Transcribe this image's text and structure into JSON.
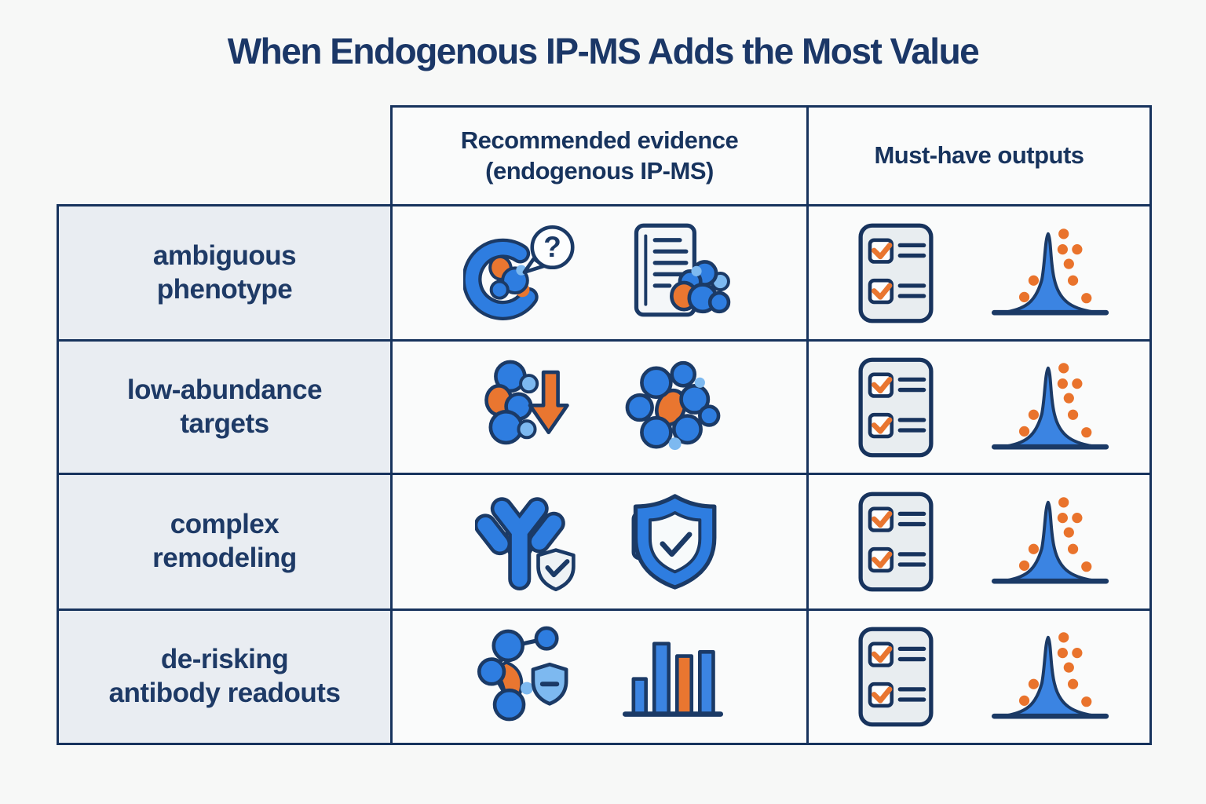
{
  "title": "When Endogenous IP-MS Adds the Most Value",
  "table": {
    "column_headers": [
      {
        "label": "Recommended evidence\n(endogenous IP-MS)"
      },
      {
        "label": "Must-have outputs"
      }
    ],
    "rows": [
      {
        "label": "ambiguous\nphenotype",
        "evidence_icons": [
          "complex-question-icon",
          "interaction-report-icon"
        ],
        "output_icons": [
          "checklist-icon",
          "enrichment-peak-icon"
        ]
      },
      {
        "label": "low-abundance\ntargets",
        "evidence_icons": [
          "abundance-drop-icon",
          "protein-complex-icon"
        ],
        "output_icons": [
          "checklist-icon",
          "enrichment-peak-icon"
        ]
      },
      {
        "label": "complex\nremodeling",
        "evidence_icons": [
          "antibody-check-icon",
          "shield-check-icon"
        ],
        "output_icons": [
          "checklist-icon",
          "enrichment-peak-icon"
        ]
      },
      {
        "label": "de-risking\nantibody readouts",
        "evidence_icons": [
          "network-shield-icon",
          "bar-chart-icon"
        ],
        "output_icons": [
          "checklist-icon",
          "enrichment-peak-icon"
        ]
      }
    ]
  },
  "colors": {
    "page_bg": "#f7f8f7",
    "navy": "#17335d",
    "icon_outline": "#1b3a66",
    "blue": "#2e7de0",
    "light_blue": "#7db9f0",
    "orange": "#e97630",
    "label_cell_bg": "#e9edf2",
    "cell_bg": "#fafbfb",
    "card_bg": "#e8edf0"
  }
}
